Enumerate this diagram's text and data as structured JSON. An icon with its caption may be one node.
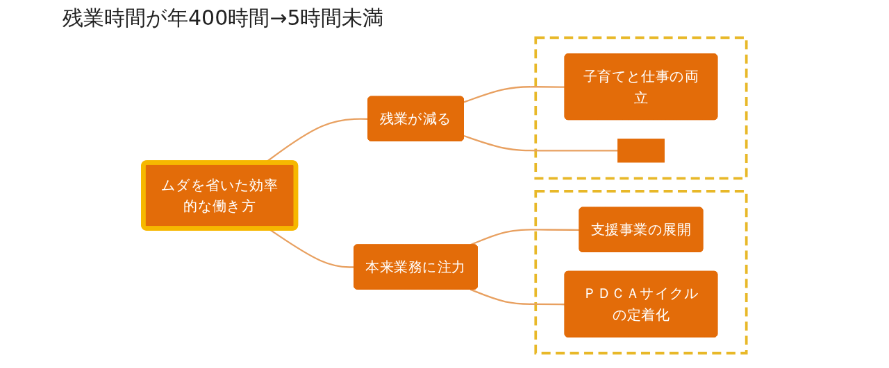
{
  "diagram": {
    "title": "残業時間が年400時間→5時間未満",
    "nodes": [
      {
        "text": [
          "ムダを省いた効率的な働き方"
        ]
      },
      {
        "text": [
          "本来業務に注力"
        ]
      },
      {
        "text": [
          "残業が減る"
        ]
      },
      {
        "text": [],
        "shape": "box"
      },
      {
        "text": [
          "支援事業の展開"
        ],
        "in": 3
      },
      {
        "text": [
          "ＰＤＣＡサイクルの定着化"
        ],
        "in": 3
      },
      {
        "text": [],
        "shape": "box"
      },
      {
        "text": [
          "子育てと仕事の両立"
        ],
        "in": 6
      },
      {
        "text": [],
        "shape": "box",
        "in": 6
      }
    ],
    "edges": [
      {
        "from": 0,
        "to": 1,
        "arrow": "none"
      },
      {
        "from": 0,
        "to": 2,
        "arrow": "none"
      },
      {
        "from": 1,
        "to": 4,
        "arrow": "none"
      },
      {
        "from": 1,
        "to": 5,
        "arrow": "none"
      },
      {
        "from": 2,
        "to": 7,
        "arrow": "none"
      },
      {
        "from": 2,
        "to": 8,
        "arrow": "none"
      }
    ]
  }
}
